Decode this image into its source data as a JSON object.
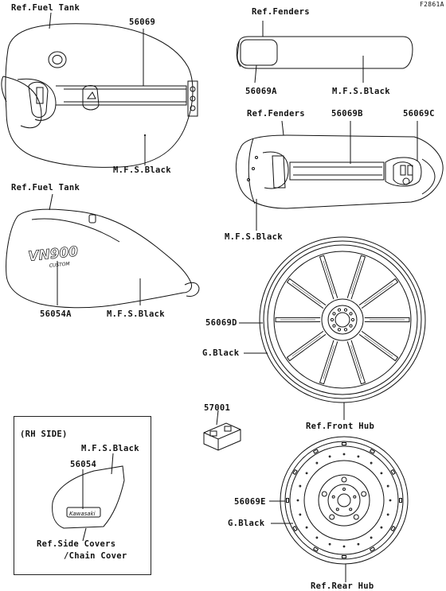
{
  "figure_id": "F2861A",
  "labels": {
    "fuel_tank_top_ref": "Ref.Fuel Tank",
    "part_56069": "56069",
    "mfs_black_1": "M.F.S.Black",
    "fenders_top_ref": "Ref.Fenders",
    "part_56069A": "56069A",
    "mfs_black_2": "M.F.S.Black",
    "fenders_second_ref": "Ref.Fenders",
    "part_56069B": "56069B",
    "part_56069C": "56069C",
    "mfs_black_3": "M.F.S.Black",
    "fuel_tank_side_ref": "Ref.Fuel Tank",
    "part_56054A": "56054A",
    "mfs_black_4": "M.F.S.Black",
    "part_56069D": "56069D",
    "g_black_1": "G.Black",
    "front_hub_ref": "Ref.Front Hub",
    "part_57001": "57001",
    "rh_side": "(RH SIDE)",
    "mfs_black_5": "M.F.S.Black",
    "part_56054": "56054",
    "side_covers_ref": "Ref.Side Covers",
    "chain_cover_ref": "/Chain Cover",
    "part_56069E": "56069E",
    "g_black_2": "G.Black",
    "rear_hub_ref": "Ref.Rear Hub"
  },
  "decal_text": {
    "vn900": "VN900",
    "custom": "CUSTOM",
    "kawasaki": "Kawasaki"
  }
}
